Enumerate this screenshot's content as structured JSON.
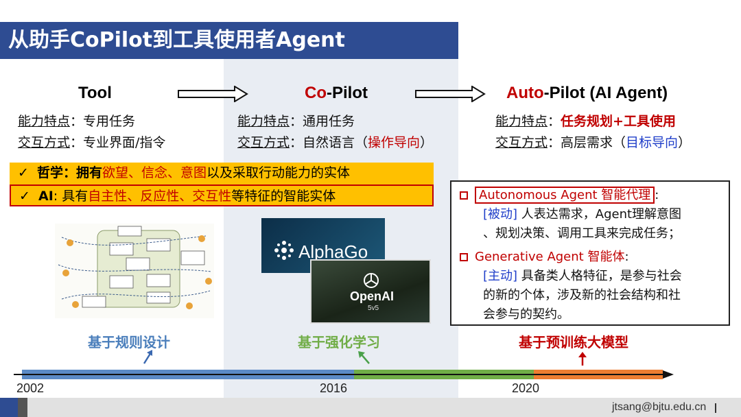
{
  "title": "从助手CoPilot到工具使用者Agent",
  "columns": [
    {
      "head_a": "Tool",
      "head_b": "",
      "cap_label": "能力特点",
      "cap_value": "：专用任务",
      "cap_value_hl": "",
      "mode_label": "交互方式",
      "mode_value": "：专业界面/指令",
      "mode_value_hl": ""
    },
    {
      "head_a": "Co",
      "head_b": "-Pilot",
      "cap_label": "能力特点",
      "cap_value": "：通用任务",
      "cap_value_hl": "",
      "mode_label": "交互方式",
      "mode_value": "：自然语言（",
      "mode_value_hl": "操作导向",
      "mode_tail": "）"
    },
    {
      "head_a": "Auto",
      "head_b": "-Pilot (AI Agent)",
      "cap_label": "能力特点",
      "cap_value": "：",
      "cap_value_hl": "任务规划+工具使用",
      "mode_label": "交互方式",
      "mode_value": "：高层需求（",
      "mode_value_hl": "目标导向",
      "mode_tail": "）"
    }
  ],
  "callouts": {
    "c1": {
      "check": "✓",
      "lead": "哲学：拥有",
      "hl1": "欲望、信念、意图",
      "mid": "以及采取行动能力的实体"
    },
    "c2": {
      "check": "✓",
      "lead": "AI",
      "colon": ": 具有",
      "hl1": "自主性、反应性、交互性",
      "mid": "等特征的智能实体"
    }
  },
  "box": {
    "item1_title": "Autonomous Agent 智能代理",
    "item1_colon": ":",
    "item1_tag": "[被动]",
    "item1_line1": " 人表达需求，Agent理解意图",
    "item1_line2": "、规划决策、调用工具来完成任务；",
    "item2_title": "Generative Agent 智能体",
    "item2_colon": ":",
    "item2_tag": "[主动]",
    "item2_line1": " 具备类人格特征，是参与社会",
    "item2_line2": "的新的个体，涉及新的社会结构和社",
    "item2_line3": "会参与的契约。"
  },
  "images": {
    "alphago": "AlphaGo",
    "openai": "OpenAI",
    "openai_sub": "5v5"
  },
  "stages": [
    {
      "label": "基于规则设计",
      "color": "#4a7ebb"
    },
    {
      "label": "基于强化学习",
      "color": "#70ad47"
    },
    {
      "label": "基于预训练大模型",
      "color": "#c00000"
    }
  ],
  "years": [
    "2002",
    "2016",
    "2020"
  ],
  "footer": {
    "email": "jtsang@bjtu.edu.cn"
  },
  "colors": {
    "title_bg": "#2e4c92",
    "accent_red": "#c00000",
    "callout_bg": "#ffc000",
    "timeline_blue": "#5b8ac6",
    "timeline_green": "#70ad47",
    "timeline_orange": "#ed7d31"
  }
}
